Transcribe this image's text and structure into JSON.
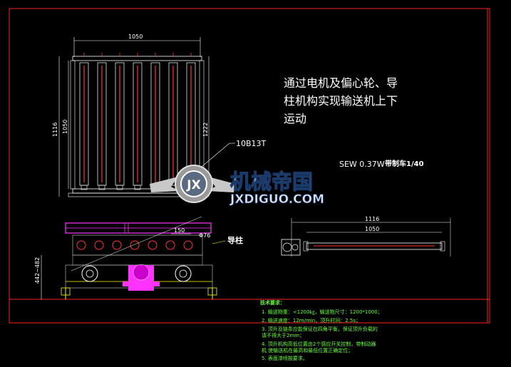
{
  "caption": {
    "line1": "通过电机及偏心轮、导",
    "line2": "柱机构实现输送机上下",
    "line3": "运动"
  },
  "dimensions": {
    "top_width": "1050",
    "height_outer": "1116",
    "height_inner": "1050",
    "height_right": "1222",
    "side_width_outer": "1116",
    "side_width_inner": "1050",
    "offset_150": "150",
    "lift_range": "442~482",
    "angle_small": "Φ76"
  },
  "labels": {
    "part_10b13t": "10B13T",
    "motor": "SEW 0.37W",
    "reducer": "带制车1/40",
    "guide_post": "导柱"
  },
  "watermark": {
    "name": "机械帝国",
    "url": "JXDIGUO.COM",
    "emblem": "JX"
  },
  "notes": {
    "title": "技术要求：",
    "line1": "1. 输送物重：<1200㎏，输送物尺寸：1200*1000；",
    "line2": "2. 输送速度：12m/min，顶升时间：2.5s；",
    "line3": "3. 顶升及链条应能保证在四角平衡，保证顶升负载的",
    "line4": "请不得大于2mm；",
    "line5": "4. 顶升机构高低位置由2个感应开关控制，带制动器",
    "line6": "机      使输送机在最高和最低位置正确定位；",
    "line7": "5. 表面漆喷按要求。"
  },
  "colors": {
    "frame": "#ff2020",
    "roller": "#ff3333",
    "pink": "#ff33ff",
    "green": "#66ff33",
    "yellow": "#ffff00",
    "white": "#ffffff",
    "gray": "#b0b0b0",
    "cyan": "#00c0ff"
  }
}
